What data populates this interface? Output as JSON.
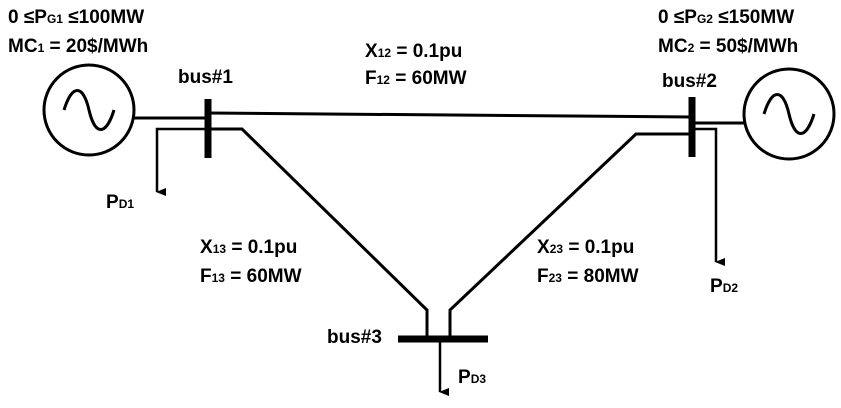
{
  "gen1": {
    "limit": {
      "pre": "0 ≤P",
      "sub": "G1",
      "post": " ≤100MW"
    },
    "cost": {
      "pre": "MC",
      "sub": "1",
      "post": " = 20$/MWh"
    }
  },
  "gen2": {
    "limit": {
      "pre": "0 ≤P",
      "sub": "G2",
      "post": " ≤150MW"
    },
    "cost": {
      "pre": "MC",
      "sub": "2",
      "post": " = 50$/MWh"
    }
  },
  "buses": {
    "bus1": "bus#1",
    "bus2": "bus#2",
    "bus3": "bus#3"
  },
  "lines": {
    "l12": {
      "x": {
        "pre": "X",
        "sub": "12",
        "post": " = 0.1pu"
      },
      "f": {
        "pre": "F",
        "sub": "12",
        "post": " = 60MW"
      }
    },
    "l13": {
      "x": {
        "pre": "X",
        "sub": "13",
        "post": " = 0.1pu"
      },
      "f": {
        "pre": "F",
        "sub": "13",
        "post": " = 60MW"
      }
    },
    "l23": {
      "x": {
        "pre": "X",
        "sub": "23",
        "post": " = 0.1pu"
      },
      "f": {
        "pre": "F",
        "sub": "23",
        "post": " = 80MW"
      }
    }
  },
  "loads": {
    "pd1": {
      "pre": "P",
      "sub": "D1"
    },
    "pd2": {
      "pre": "P",
      "sub": "D2"
    },
    "pd3": {
      "pre": "P",
      "sub": "D3"
    }
  }
}
